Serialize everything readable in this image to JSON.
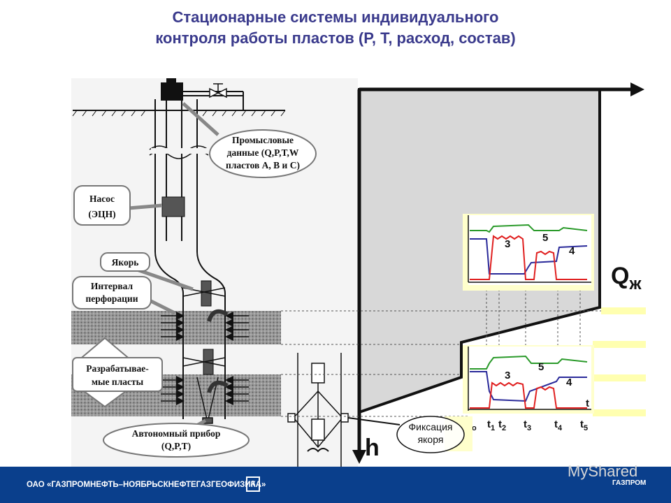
{
  "title": {
    "line1": "Стационарные системы индивидуального",
    "line2": "контроля работы пластов (Р, Т, расход, состав)"
  },
  "callouts": {
    "field_data": [
      "Промысловые",
      "данные (Q,P,T,W",
      "пластов А, В и С)"
    ],
    "pump": [
      "Насос",
      "(ЭЦН)"
    ],
    "anchor": "Якорь",
    "perforation": [
      "Интервал",
      "перфорации"
    ],
    "layers": [
      "Разрабатывае-",
      "мые пласты"
    ],
    "device": [
      "Автономный прибор",
      "(Q,P,T)"
    ],
    "anchor_fix": [
      "Фиксация",
      "якоря"
    ]
  },
  "axes": {
    "flow_label": "Q",
    "flow_subscript": "ж",
    "depth_label": "h",
    "time_label": "t"
  },
  "graphs": {
    "upper_labels": [
      "3",
      "5",
      "4"
    ],
    "lower_labels": [
      "3",
      "5",
      "4"
    ]
  },
  "time_ticks": [
    {
      "base": "t",
      "sub": "o"
    },
    {
      "base": "t",
      "sub": "1"
    },
    {
      "base": "t",
      "sub": "2"
    },
    {
      "base": "t",
      "sub": "3"
    },
    {
      "base": "t",
      "sub": "4"
    },
    {
      "base": "t",
      "sub": "5"
    }
  ],
  "colors": {
    "title": "#3a3a8c",
    "footer": "#0a3f8c",
    "curve_green": "#2a9a2a",
    "curve_red": "#e02020",
    "curve_blue": "#2a2a9a",
    "graph_bg": "#ffffcc"
  },
  "footer": {
    "company": "ОАО «ГАЗПРОМНЕФТЬ–НОЯБРЬСКНЕФТЕГАЗГЕОФИЗИКА»",
    "mark": "А",
    "brand": "ГАЗПРОМ"
  },
  "watermark": "MyShared"
}
